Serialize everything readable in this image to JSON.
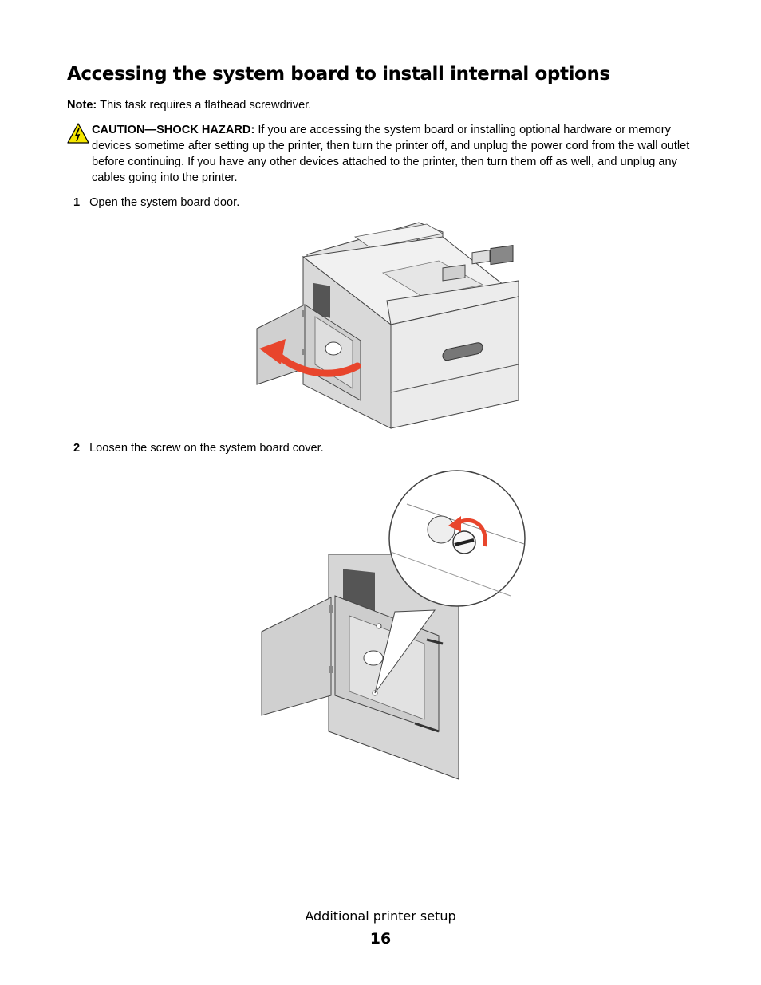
{
  "title": "Accessing the system board to install internal options",
  "note": {
    "label": "Note:",
    "text": " This task requires a flathead screwdriver."
  },
  "caution": {
    "label": "CAUTION—SHOCK HAZARD:",
    "text": " If you are accessing the system board or installing optional hardware or memory devices sometime after setting up the printer, then turn the printer off, and unplug the power cord from the wall outlet before continuing. If you have any other devices attached to the printer, then turn them off as well, and unplug any cables going into the printer.",
    "icon": "warning-shock-icon"
  },
  "steps": [
    {
      "number": "1",
      "text": "Open the system board door."
    },
    {
      "number": "2",
      "text": "Loosen the screw on the system board cover."
    }
  ],
  "footer": {
    "section": "Additional printer setup",
    "page": "16"
  },
  "colors": {
    "arrow": "#e8452c",
    "warning": "#f5e600"
  }
}
